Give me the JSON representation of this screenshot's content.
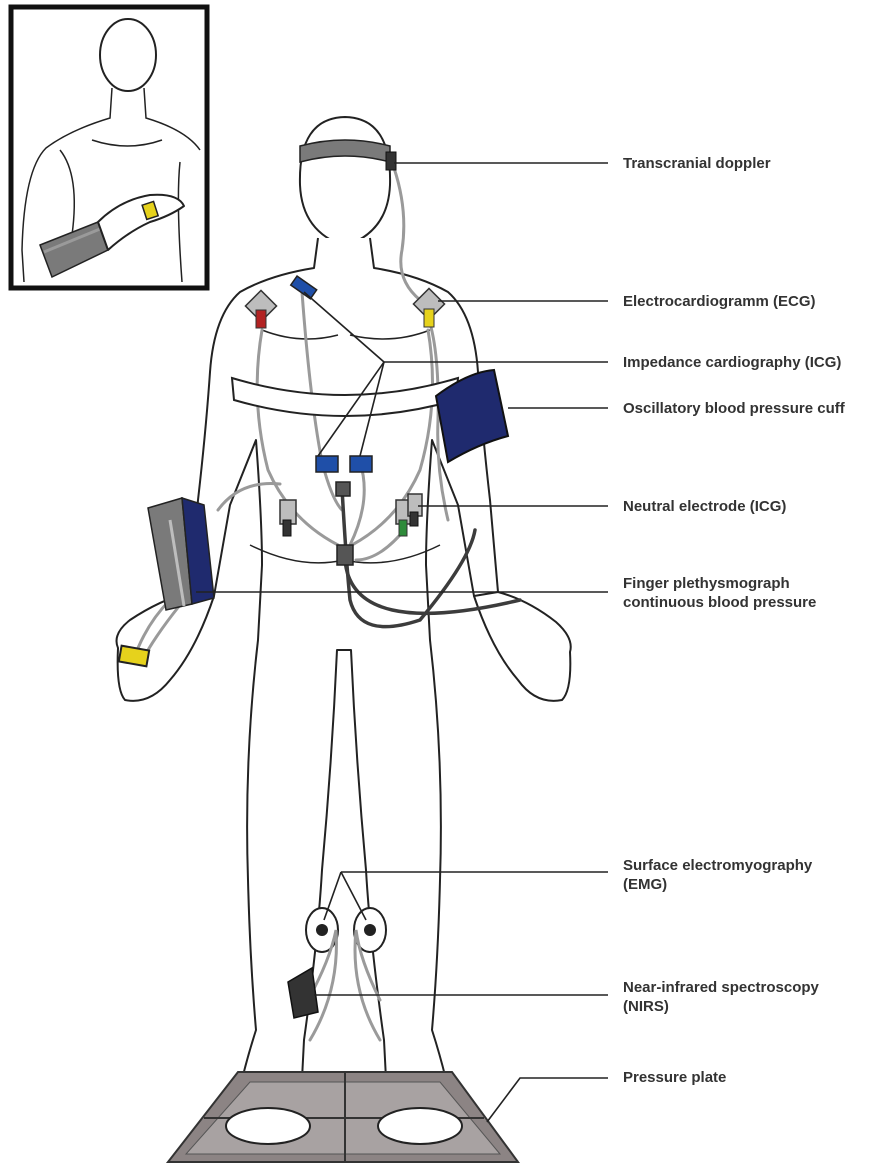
{
  "labels": {
    "transcranial_doppler": "Transcranial doppler",
    "ecg": "Electrocardiogramm (ECG)",
    "icg": "Impedance cardiography (ICG)",
    "bp_cuff": "Oscillatory blood pressure cuff",
    "neutral_electrode": "Neutral electrode (ICG)",
    "finger_pleth_line1": "Finger plethysmograph",
    "finger_pleth_line2": "continuous blood pressure",
    "emg_line1": "Surface electromyography",
    "emg_line2": "(EMG)",
    "nirs_line1": "Near-infrared spectroscopy",
    "nirs_line2": "(NIRS)",
    "pressure_plate": "Pressure plate"
  },
  "colors": {
    "cuff_navy": "#1f2a6e",
    "icg_blue": "#1f4fa8",
    "ecg_red": "#b22222",
    "ecg_yellow": "#e6d21c",
    "ecg_green": "#2e8b3a",
    "device_gray": "#7a7a7a",
    "plate_gray": "#8c8484"
  }
}
